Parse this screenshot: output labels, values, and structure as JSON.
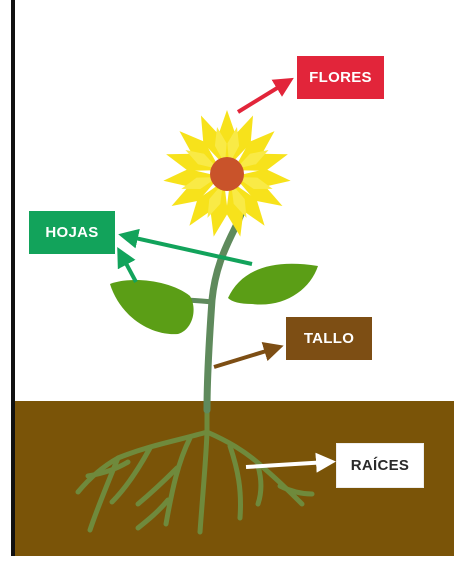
{
  "labels": {
    "flores": "FLORES",
    "hojas": "HOJAS",
    "tallo": "TALLO",
    "raices": "RAÍCES"
  },
  "colors": {
    "flores": "#e2253a",
    "hojas": "#12a35b",
    "tallo": "#7d4e14",
    "raices": "#ffffff",
    "soil": "#7a5408",
    "petal": "#f7e21b",
    "flower_center": "#c9532a",
    "stem": "#5f8a5c",
    "leaf": "#5b9e16",
    "root": "#6f8a3c"
  }
}
